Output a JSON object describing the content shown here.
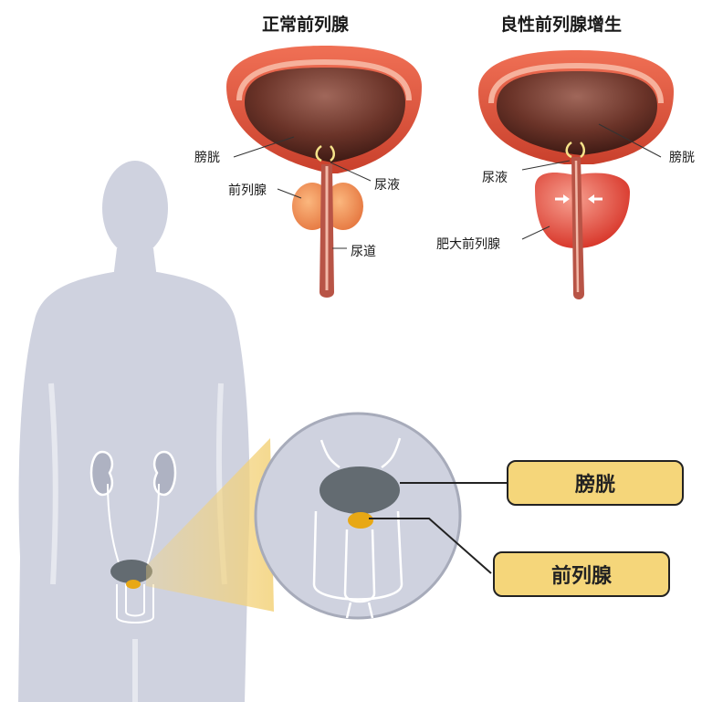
{
  "titles": {
    "normal": "正常前列腺",
    "bph": "良性前列腺增生"
  },
  "normal_labels": {
    "bladder": "膀胱",
    "prostate": "前列腺",
    "urine": "尿液",
    "urethra": "尿道"
  },
  "bph_labels": {
    "urine": "尿液",
    "bladder": "膀胱",
    "enlarged_prostate": "肥大前列腺"
  },
  "callouts": {
    "bladder": "膀胱",
    "prostate": "前列腺"
  },
  "colors": {
    "body": "#cfd2df",
    "bladder_outer": "#e25a3e",
    "bladder_inner": "#5e2d24",
    "prostate_normal": "#f08a4e",
    "prostate_bph": "#e84a3a",
    "organ_gray": "#636b71",
    "prostate_yellow": "#e8a815",
    "callout_fill": "#f5d67a"
  }
}
